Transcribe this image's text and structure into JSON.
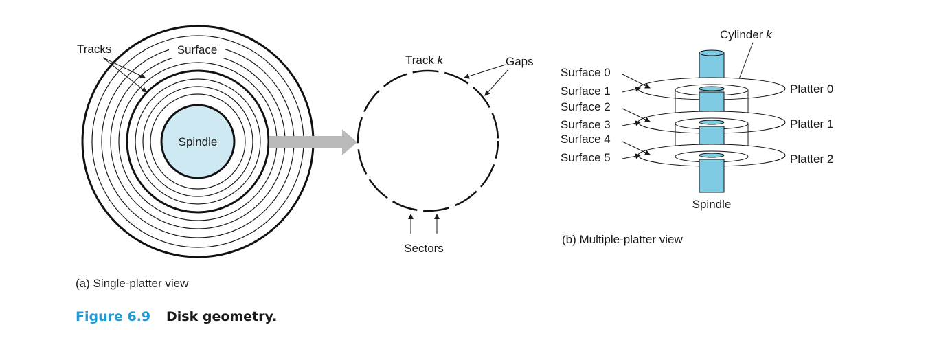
{
  "single_platter": {
    "tracks_label": "Tracks",
    "surface_label": "Surface",
    "spindle_label": "Spindle",
    "caption": "(a) Single-platter view"
  },
  "track_view": {
    "track_label": "Track ",
    "track_var": "k",
    "gaps_label": "Gaps",
    "sectors_label": "Sectors"
  },
  "multi_platter": {
    "cylinder_label": "Cylinder ",
    "cylinder_var": "k",
    "surfaces": [
      "Surface 0",
      "Surface 1",
      "Surface 2",
      "Surface 3",
      "Surface 4",
      "Surface 5"
    ],
    "platters": [
      "Platter 0",
      "Platter 1",
      "Platter 2"
    ],
    "spindle_label": "Spindle",
    "caption": "(b) Multiple-platter view"
  },
  "figure": {
    "number": "Figure 6.9",
    "title": "Disk geometry."
  },
  "colors": {
    "spindle_fill": "#cfe9f2",
    "spindle_cylinder": "#7fcbe3",
    "arrow_gray": "#b9b9b9",
    "caption_blue": "#1f9ad6"
  }
}
